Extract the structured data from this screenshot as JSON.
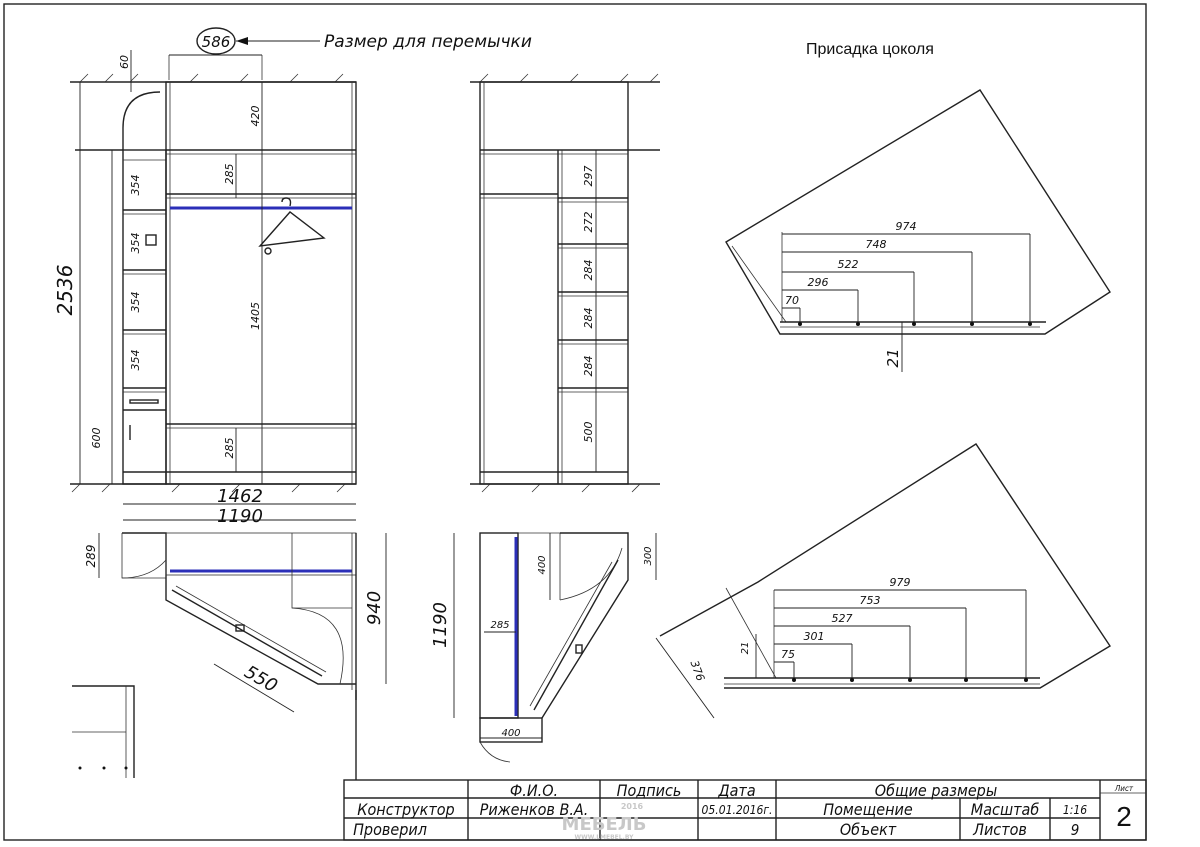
{
  "header": {
    "lintel_label": "Размер для перемычки",
    "lintel_value": "586",
    "plinth_title": "Присадка цоколя"
  },
  "front_view": {
    "height_total": "2536",
    "top_gap": "60",
    "top_section": "420",
    "upper_shelf": "285",
    "rod_zone": "1405",
    "lower_shelf": "285",
    "left_shelves": [
      "354",
      "354",
      "354",
      "354"
    ],
    "left_base": "600",
    "width_total": "1462",
    "width_inner": "1190"
  },
  "side_view": {
    "shelves": [
      "297",
      "272",
      "284",
      "284",
      "284",
      "500"
    ]
  },
  "plan_left": {
    "depth_left": "289",
    "depth_right": "940",
    "diagonal": "550"
  },
  "plan_right": {
    "depth_total": "1190",
    "top_depth": "400",
    "top_side": "300",
    "shelf": "285",
    "bottom": "400"
  },
  "plinth_top": {
    "dims": [
      "974",
      "748",
      "522",
      "296",
      "70"
    ],
    "offset": "21"
  },
  "plinth_bottom": {
    "dims": [
      "979",
      "753",
      "527",
      "301",
      "75"
    ],
    "offset": "21",
    "side": "376"
  },
  "title_block": {
    "col_name": "Ф.И.О.",
    "col_sign": "Подпись",
    "col_date": "Дата",
    "doc_title": "Общие размеры",
    "sheet_label": "Лист",
    "sheet_no": "2",
    "row1_role": "Конструктор",
    "row1_name": "Риженков В.А.",
    "row1_date": "05.01.2016г.",
    "row1_field": "Помещение",
    "row1_label": "Масштаб",
    "row1_value": "1:16",
    "row2_role": "Проверил",
    "row2_field": "Объект",
    "row2_label": "Листов",
    "row2_value": "9"
  },
  "watermark": {
    "brand": "МЕБЕЛЬ",
    "year": "2016",
    "site": "WWW.LMEBEL.BY"
  }
}
